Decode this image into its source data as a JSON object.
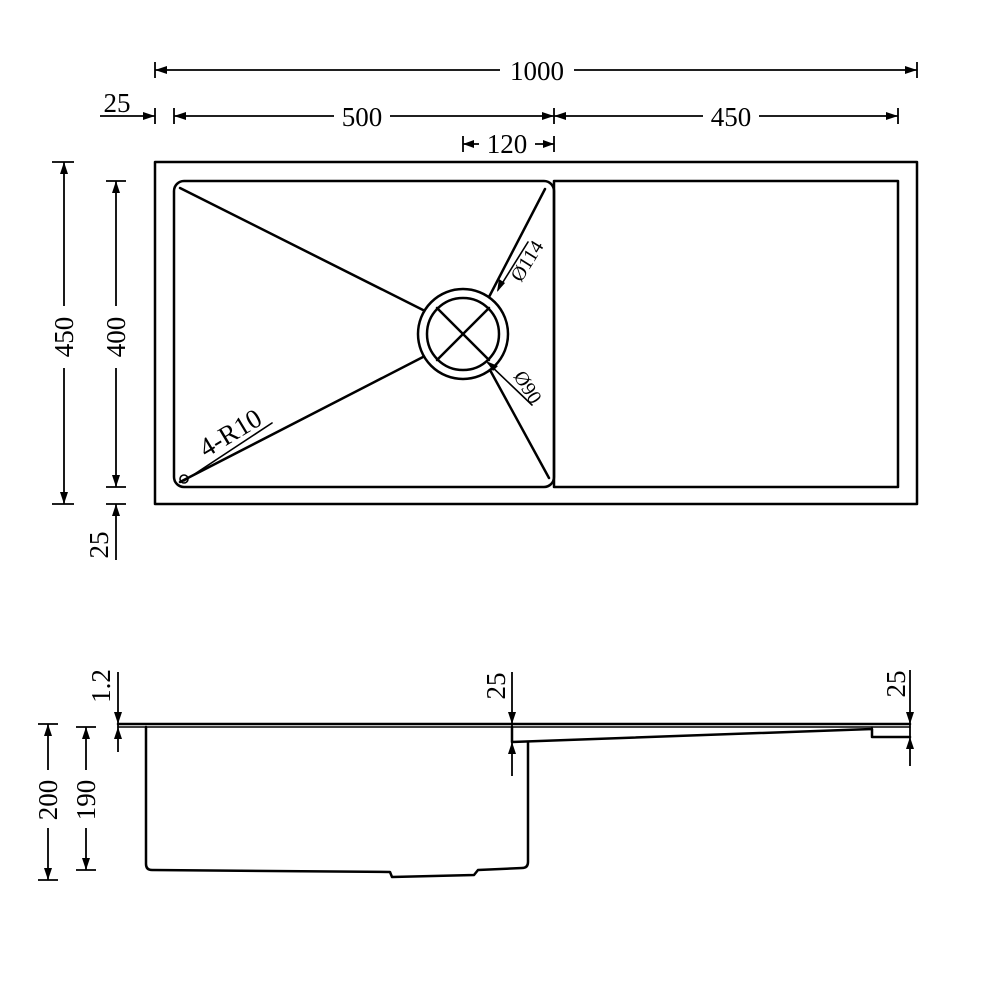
{
  "top_view": {
    "dim_overall_length": "1000",
    "dim_left_flange": "25",
    "dim_bowl_width": "500",
    "dim_drainboard_width": "450",
    "dim_drain_offset": "120",
    "dim_overall_depth": "450",
    "dim_bowl_depth": "400",
    "dim_front_flange": "25",
    "label_corner_radius": "4-R10",
    "label_drain_outer": "Ø114",
    "label_drain_inner": "Ø90"
  },
  "side_view": {
    "dim_sheet_thickness": "1.2",
    "dim_step_mid": "25",
    "dim_step_end": "25",
    "dim_total_height": "200",
    "dim_bowl_height": "190"
  },
  "colors": {
    "line": "#000000",
    "background": "#ffffff"
  }
}
